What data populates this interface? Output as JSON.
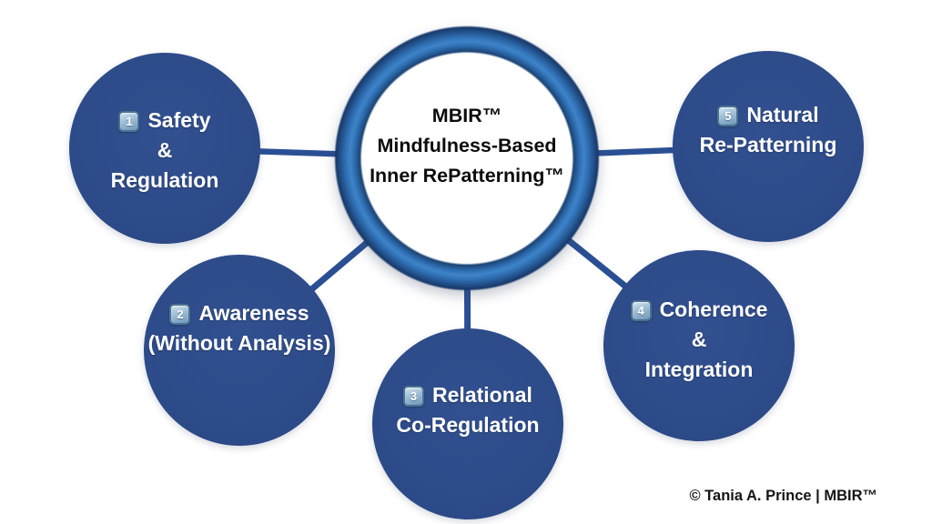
{
  "center": {
    "line1": "MBIR™",
    "line2": "Mindfulness-Based",
    "line3": "Inner RePatterning™"
  },
  "nodes": [
    {
      "badge": "1",
      "line1": "Safety",
      "line2": "&",
      "line3": "Regulation"
    },
    {
      "badge": "2",
      "line1": "Awareness",
      "line2": "(Without Analysis)"
    },
    {
      "badge": "3",
      "line1": "Relational",
      "line2": "Co-Regulation"
    },
    {
      "badge": "4",
      "line1": "Coherence",
      "line2": "&",
      "line3": "Integration"
    },
    {
      "badge": "5",
      "line1": "Natural",
      "line2": "Re-Patterning"
    }
  ],
  "footer": {
    "copyright": "© Tania A. Prince | MBIR™"
  },
  "colors": {
    "node_fill": "#2e4c8b",
    "ring_dark": "#18396a",
    "ring_light": "#3e83c8",
    "connector": "#2a4f94",
    "node_text": "#ffffff",
    "center_text": "#0c0c0c",
    "keycap_border": "#4b7291",
    "keycap_fill_top": "#d3e4f0",
    "keycap_fill_bottom": "#6e97ba"
  }
}
